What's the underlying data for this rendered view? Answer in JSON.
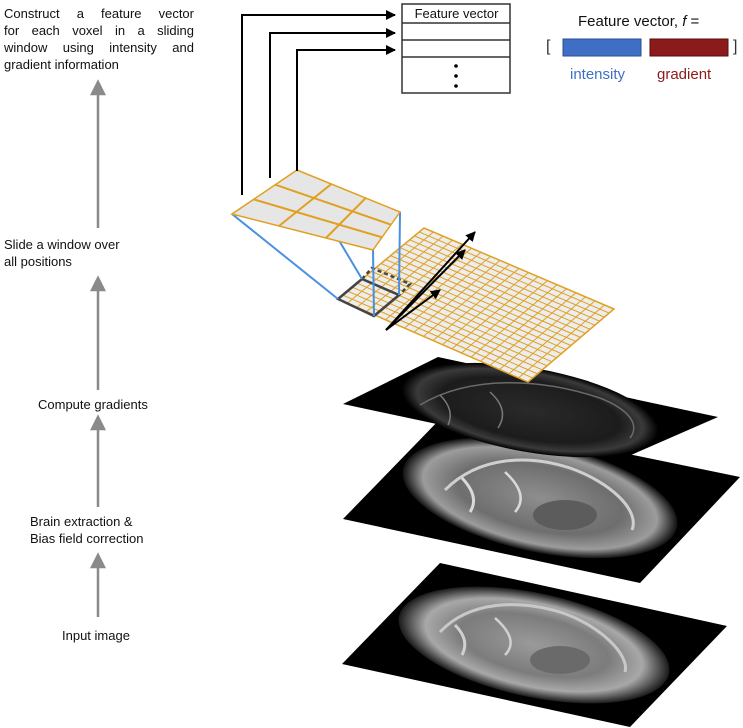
{
  "steps": {
    "construct_line1": "Construct a feature vector",
    "construct_line2": "for each voxel in a sliding",
    "construct_line3": "window using intensity and",
    "construct_line4": "gradient information",
    "slide_line1": "Slide a window over",
    "slide_line2": "all positions",
    "compute": "Compute gradients",
    "brain_line1": "Brain extraction &",
    "brain_line2": "Bias field correction",
    "input": "Input image"
  },
  "feature_table": {
    "header": "Feature vector"
  },
  "legend": {
    "title": "Feature vector, ",
    "title_symbol": "f",
    "title_suffix": " =",
    "bracket_open": "[",
    "bracket_close": "]",
    "intensity_label": "intensity",
    "gradient_label": "gradient",
    "intensity_color": "#3f6fc4",
    "gradient_color": "#8b1a1a"
  },
  "colors": {
    "grid_line": "#e0a020",
    "window_line": "#4a90e2",
    "arrow_gray": "#888888"
  }
}
